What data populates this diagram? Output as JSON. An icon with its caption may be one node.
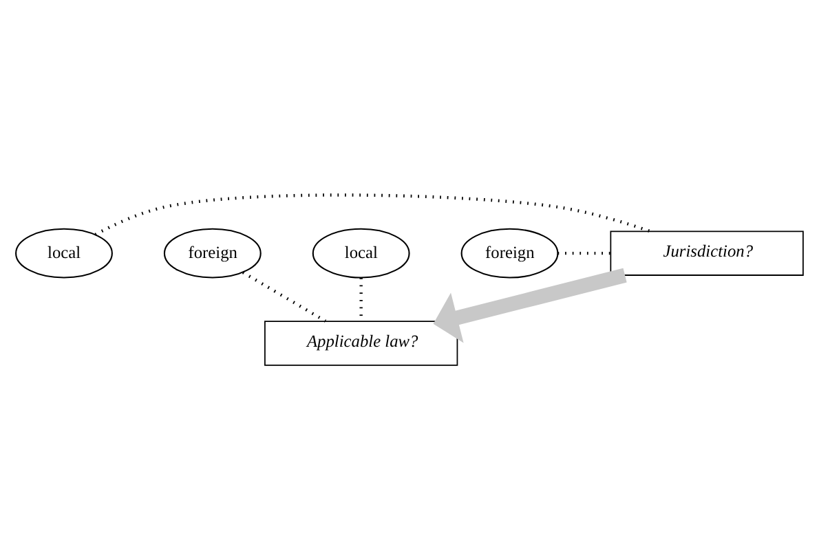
{
  "diagram": {
    "nodes": [
      {
        "text": [
          "local"
        ]
      },
      {
        "text": [
          "Jurisdiction?"
        ]
      },
      {
        "text": [
          "foreign"
        ]
      },
      {
        "text": [
          "Applicable law?"
        ]
      },
      {
        "text": [
          "foreign"
        ]
      },
      {
        "text": [
          "local"
        ]
      }
    ],
    "edges": [
      {
        "from": 0,
        "to": 1,
        "arrow": "none",
        "style": "dashed"
      },
      {
        "from": 2,
        "to": 1,
        "arrow": "none",
        "style": "dashed"
      },
      {
        "from": 1,
        "to": 3,
        "arrow": "to",
        "style": "thick",
        "color": "#c8c8c8"
      },
      {
        "from": 4,
        "to": 3,
        "arrow": "none",
        "style": "dashed"
      },
      {
        "from": 5,
        "to": 3,
        "arrow": "none",
        "style": "dashed"
      }
    ]
  }
}
